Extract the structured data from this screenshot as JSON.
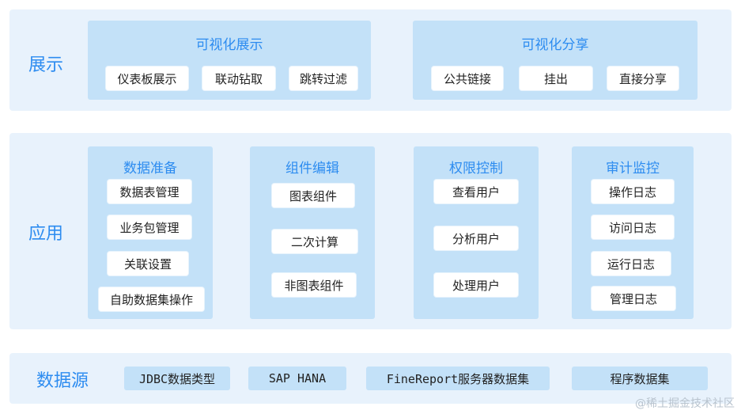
{
  "display": {
    "label": "展示",
    "visualization_display": {
      "title": "可视化展示",
      "items": [
        "仪表板展示",
        "联动钻取",
        "跳转过滤"
      ]
    },
    "visualization_share": {
      "title": "可视化分享",
      "items": [
        "公共链接",
        "挂出",
        "直接分享"
      ]
    }
  },
  "application": {
    "label": "应用",
    "data_prep": {
      "title": "数据准备",
      "items": [
        "数据表管理",
        "业务包管理",
        "关联设置",
        "自助数据集操作"
      ]
    },
    "component_edit": {
      "title": "组件编辑",
      "items": [
        "图表组件",
        "二次计算",
        "非图表组件"
      ]
    },
    "permission": {
      "title": "权限控制",
      "items": [
        "查看用户",
        "分析用户",
        "处理用户"
      ]
    },
    "audit": {
      "title": "审计监控",
      "items": [
        "操作日志",
        "访问日志",
        "运行日志",
        "管理日志"
      ]
    }
  },
  "datasource": {
    "label": "数据源",
    "items": [
      "JDBC数据类型",
      "SAP HANA",
      "FineReport服务器数据集",
      "程序数据集"
    ]
  },
  "watermark": "@稀土掘金技术社区",
  "colors": {
    "accent": "#2d8cf0",
    "band": "#e8f2fc",
    "panel": "#c3e1f8"
  }
}
